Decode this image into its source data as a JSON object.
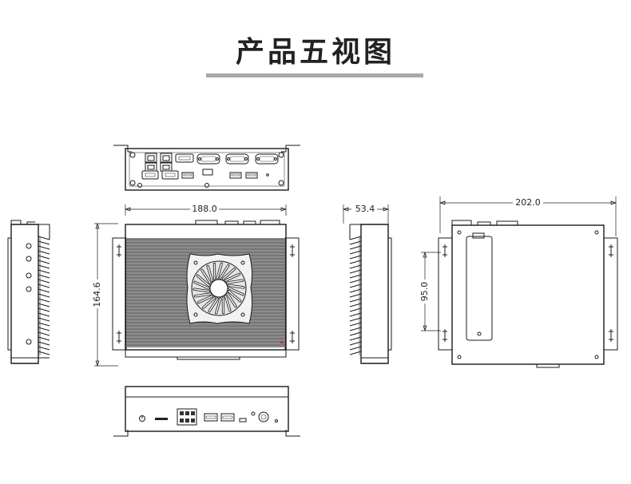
{
  "title": "产品五视图",
  "dimensions": {
    "front_width": "188.0",
    "front_height": "164.6",
    "side_depth": "53.4",
    "rear_width": "202.0",
    "rear_hole_spacing": "95.0"
  },
  "colors": {
    "line": "#1a1a1a",
    "title_bar": "#a9a9a9",
    "fin_fill": "#8c8c8c",
    "heatsink_fill": "#d9d9d9",
    "led": "#c0395b"
  }
}
